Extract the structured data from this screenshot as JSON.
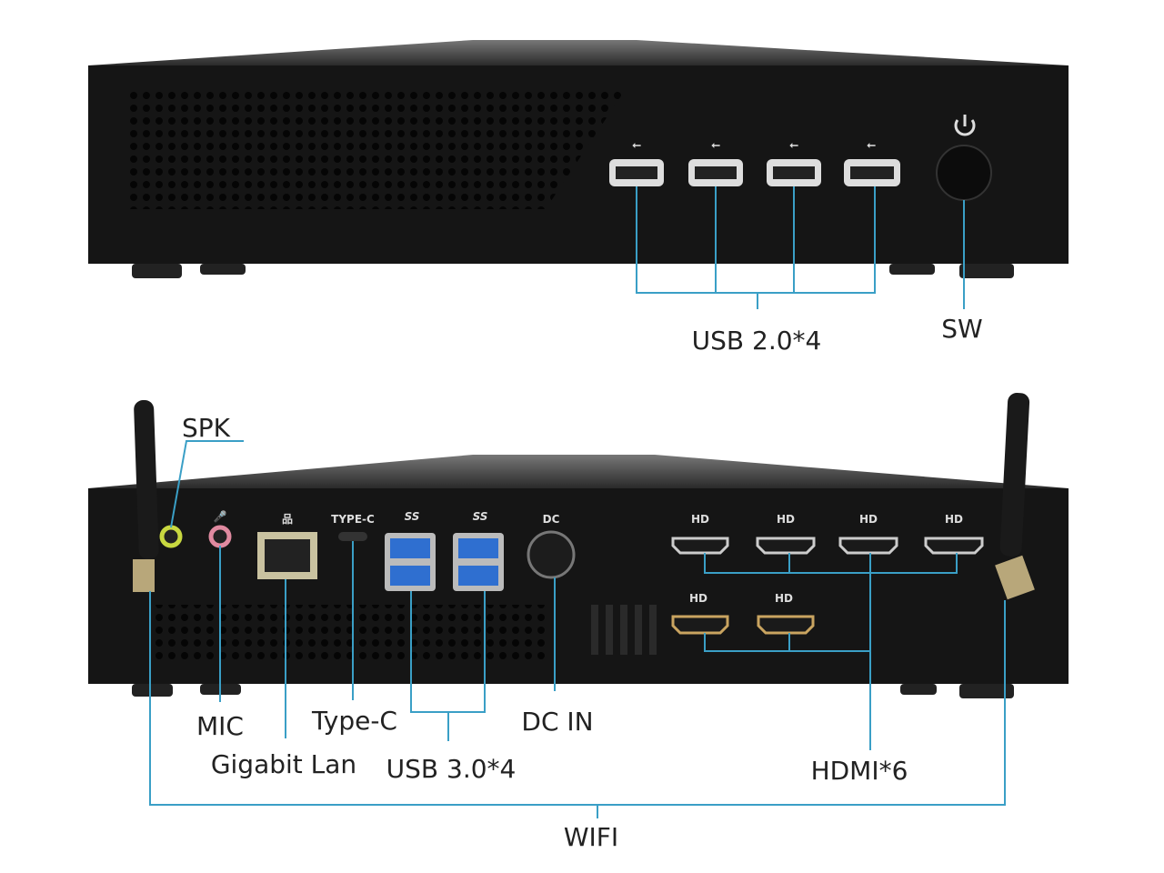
{
  "front": {
    "labels": {
      "usb2": "USB 2.0*4",
      "sw": "SW"
    }
  },
  "rear": {
    "port_marks": {
      "typec": "TYPE-C",
      "ss1": "SS",
      "ss2": "SS",
      "dc": "DC",
      "hd": "HD"
    },
    "labels": {
      "spk": "SPK",
      "mic": "MIC",
      "lan": "Gigabit Lan",
      "typec": "Type-C",
      "usb3": "USB 3.0*4",
      "dcin": "DC IN",
      "hdmi": "HDMI*6",
      "wifi": "WIFI"
    }
  },
  "colors": {
    "leader": "#3a9fc6",
    "body": "#141414",
    "usb3": "#2f6fd0"
  }
}
